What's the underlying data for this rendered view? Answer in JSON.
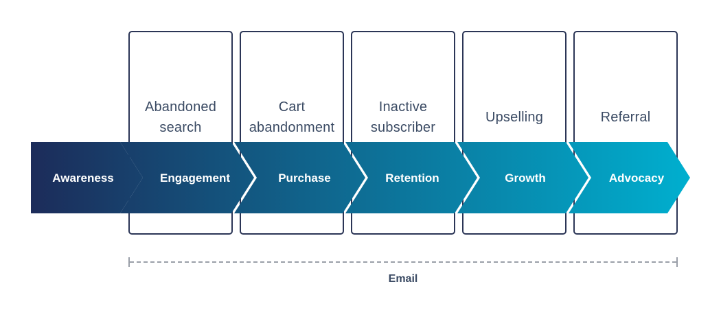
{
  "tactics": [
    {
      "lines": [
        "Abandoned",
        "search"
      ]
    },
    {
      "lines": [
        "Cart",
        "abandonment"
      ]
    },
    {
      "lines": [
        "Inactive",
        "subscriber"
      ]
    },
    {
      "lines": [
        "Upselling"
      ]
    },
    {
      "lines": [
        "Referral"
      ]
    }
  ],
  "stages": [
    "Awareness",
    "Engagement",
    "Purchase",
    "Retention",
    "Growth",
    "Advocacy"
  ],
  "channel_label": "Email",
  "colors": {
    "box_border": "#2b3556",
    "text_dark": "#3a4a63",
    "gradient_start": "#1c2c5a",
    "gradient_end": "#00afcf",
    "dashed_line": "#9a9fa8"
  }
}
